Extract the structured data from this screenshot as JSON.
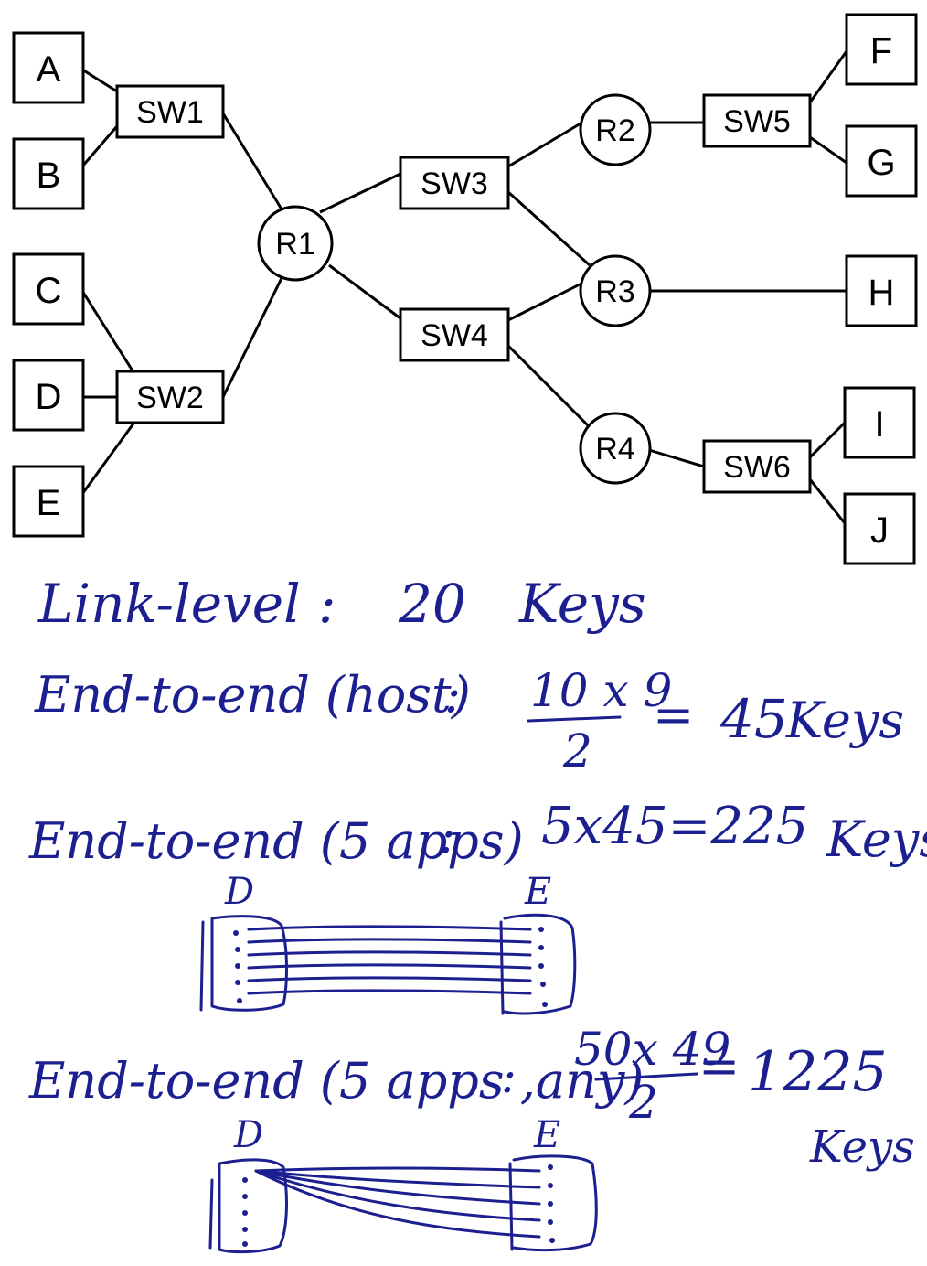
{
  "diagram": {
    "hosts": [
      {
        "id": "A",
        "label": "A"
      },
      {
        "id": "B",
        "label": "B"
      },
      {
        "id": "C",
        "label": "C"
      },
      {
        "id": "D",
        "label": "D"
      },
      {
        "id": "E",
        "label": "E"
      },
      {
        "id": "F",
        "label": "F"
      },
      {
        "id": "G",
        "label": "G"
      },
      {
        "id": "H",
        "label": "H"
      },
      {
        "id": "I",
        "label": "I"
      },
      {
        "id": "J",
        "label": "J"
      }
    ],
    "switches": [
      {
        "id": "SW1",
        "label": "SW1"
      },
      {
        "id": "SW2",
        "label": "SW2"
      },
      {
        "id": "SW3",
        "label": "SW3"
      },
      {
        "id": "SW4",
        "label": "SW4"
      },
      {
        "id": "SW5",
        "label": "SW5"
      },
      {
        "id": "SW6",
        "label": "SW6"
      }
    ],
    "routers": [
      {
        "id": "R1",
        "label": "R1"
      },
      {
        "id": "R2",
        "label": "R2"
      },
      {
        "id": "R3",
        "label": "R3"
      },
      {
        "id": "R4",
        "label": "R4"
      }
    ],
    "links": [
      [
        "A",
        "SW1"
      ],
      [
        "B",
        "SW1"
      ],
      [
        "SW1",
        "R1"
      ],
      [
        "C",
        "SW2"
      ],
      [
        "D",
        "SW2"
      ],
      [
        "E",
        "SW2"
      ],
      [
        "SW2",
        "R1"
      ],
      [
        "R1",
        "SW3"
      ],
      [
        "R1",
        "SW4"
      ],
      [
        "SW3",
        "R2"
      ],
      [
        "SW3",
        "R3"
      ],
      [
        "SW4",
        "R3"
      ],
      [
        "SW4",
        "R4"
      ],
      [
        "R2",
        "SW5"
      ],
      [
        "SW5",
        "F"
      ],
      [
        "SW5",
        "G"
      ],
      [
        "R3",
        "H"
      ],
      [
        "R4",
        "SW6"
      ],
      [
        "SW6",
        "I"
      ],
      [
        "SW6",
        "J"
      ]
    ]
  },
  "notes": {
    "link_level": {
      "label": "Link-level",
      "colon": ":",
      "value": "20",
      "unit": "Keys"
    },
    "host": {
      "label": "End-to-end (host)",
      "colon": ":",
      "numerator": "10 x 9",
      "denominator": "2",
      "equals": "=",
      "value": "45",
      "unit": "Keys"
    },
    "apps": {
      "label": "End-to-end (5 apps)",
      "colon": ":",
      "expression": "5x45=225",
      "unit": "Keys"
    },
    "sketch1": {
      "left": "D",
      "right": "E"
    },
    "any": {
      "label": "End-to-end (5 apps ,any)",
      "colon": ":",
      "numerator": "50x 49",
      "denominator": "2",
      "equals": "=",
      "value": "1225",
      "unit": "Keys"
    },
    "sketch2": {
      "left": "D",
      "right": "E"
    }
  },
  "colors": {
    "ink": "#1c1f8f",
    "line": "#000000"
  }
}
